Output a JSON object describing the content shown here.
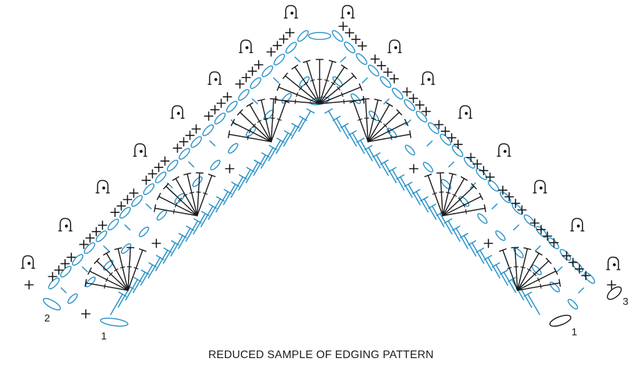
{
  "caption": "REDUCED SAMPLE OF EDGING PATTERN",
  "row_labels": {
    "left_row1": "1",
    "left_row2": "2",
    "right_row1": "1",
    "right_row3": "3"
  },
  "colors": {
    "base_rows": "#2b93c8",
    "top_rows": "#1a1a1a"
  },
  "symbols": {
    "tall_stitch": "blue T-stitch (row 1)",
    "chain_loop": "blue oval",
    "single_crochet": "black cross",
    "fan": "black fan of stitches",
    "picot": "black picot with dot"
  }
}
